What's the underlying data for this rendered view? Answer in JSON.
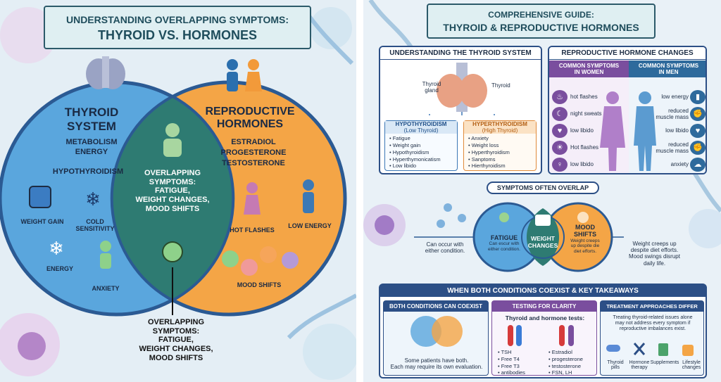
{
  "left": {
    "title_line1": "UNDERSTANDING OVERLAPPING SYMPTOMS:",
    "title_line2": "THYROID VS. HORMONES",
    "thyroid": {
      "title1": "THYROID",
      "title2": "SYSTEM",
      "line1": "METABOLISM",
      "line2": "ENERGY",
      "line3": "HYPOTHYROIDISM",
      "weight_gain": "WEIGHT GAIN",
      "cold1": "COLD",
      "cold2": "SENSITIVITY",
      "energy": "ENERGY",
      "anxiety": "ANXIETY"
    },
    "repro": {
      "title1": "REPRODUCTIVE",
      "title2": "HORMONES",
      "line1": "ESTRADIOL",
      "line2": "PROGESTERONE",
      "line3": "TESTOSTERONE",
      "hot_flashes": "HOT FLASHES",
      "low_energy": "LOW ENERGY",
      "mood_shifts": "MOOD SHIFTS"
    },
    "overlap": {
      "l1": "OVERLAPPING",
      "l2": "SYMPTOMS:",
      "l3": "FATIGUE,",
      "l4": "WEIGHT CHANGES,",
      "l5": "MOOD SHIFTS"
    },
    "callout": {
      "l1": "OVERLAPPING",
      "l2": "SYMPTOMS:",
      "l3": "FATIGUE,",
      "l4": "WEIGHT CHANGES,",
      "l5": "MOOD SHIFTS"
    }
  },
  "right": {
    "title_line1": "COMPREHENSIVE GUIDE:",
    "title_line2": "THYROID & REPRODUCTIVE HORMONES",
    "thyroid_box": {
      "header": "UNDERSTANDING THE THYROID SYSTEM",
      "label_left1": "Thyroid",
      "label_left2": "gland",
      "label_right": "Thyroid",
      "hypo": {
        "h1": "HYPOTHYROIDISM",
        "h2": "(Low Thyroid)",
        "items": [
          "Fatigue",
          "Weight gain",
          "Hypothyroidism",
          "Hyperthymonicatism",
          "Low libido"
        ]
      },
      "hyper": {
        "h1": "HYPERTHYROIDISM",
        "h2": "(High Thyroid)",
        "items": [
          "Anxiety",
          "Weight loss",
          "Hyperthyroidism",
          "Sanptoms",
          "Hierthyroidism"
        ]
      }
    },
    "repro_box": {
      "header": "REPRODUCTIVE HORMONE CHANGES",
      "women_h1": "COMMON SYMPTOMS",
      "women_h2": "IN WOMEN",
      "men_h1": "COMMON SYMPTOMS",
      "men_h2": "IN MEN",
      "women": [
        "hot flashes",
        "night sweats",
        "low libido",
        "Hot flashes",
        "low libido"
      ],
      "men": [
        "low energy",
        "reduced muscle mass",
        "low libido",
        "reduced muscle mass",
        "anxiety"
      ]
    },
    "overlap": {
      "header": "SYMPTOMS OFTEN OVERLAP",
      "fatigue": "FATIGUE",
      "fatigue_sub": "Can escur with either condition.",
      "weight1": "WEIGHT",
      "weight2": "CHANGES",
      "weight_sub": "Weight creeps up despite die diet efforts.",
      "mood1": "MOOD",
      "mood2": "SHIFTS",
      "left_note1": "Can occur with",
      "left_note2": "either condition.",
      "right_note1": "Weight creeps up",
      "right_note2": "despite diet efforts.",
      "right_note3": "Mood swings disrupt",
      "right_note4": "daily life."
    },
    "bottom": {
      "header": "WHEN BOTH CONDITIONS COEXIST & KEY TAKEAWAYS",
      "coexist": {
        "header": "BOTH CONDITIONS CAN COEXIST",
        "text1": "Some patients have both.",
        "text2": "Each may require its own evaluation."
      },
      "testing": {
        "header": "TESTING FOR CLARITY",
        "sub": "Thyroid and hormone tests:",
        "left": [
          "TSH",
          "Free T4",
          "Free T3",
          "antibodies"
        ],
        "right": [
          "Estradiol",
          "progesterone",
          "testosterone",
          "FSN, LH"
        ]
      },
      "treat": {
        "header": "TREATMENT APPROACHES DIFFER",
        "text1": "Treating thyroid-related issues alone",
        "text2": "may not address every symptom if",
        "text3": "reproductive imbalances exist.",
        "i1a": "Thyroid",
        "i1b": "pills",
        "i2a": "Hormone",
        "i2b": "therapy",
        "i3": "Supplements",
        "i4a": "Lifestyle",
        "i4b": "changes"
      }
    }
  },
  "colors": {
    "navy": "#2c4f86",
    "blue": "#5ba6dc",
    "orange": "#f4a545",
    "teal": "#2f7a72",
    "purple": "#7a4e9e"
  }
}
